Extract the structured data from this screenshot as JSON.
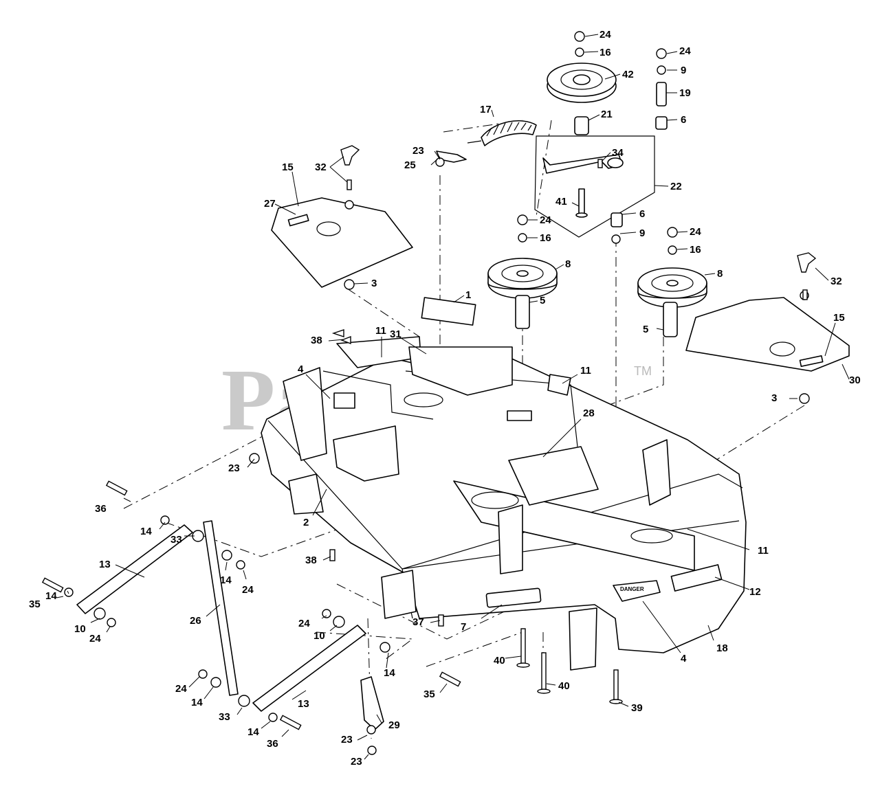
{
  "watermark": {
    "text": "PartsTree",
    "trademark": "TM"
  },
  "decals": {
    "danger": "DANGER"
  },
  "callouts": [
    {
      "id": "c-24a",
      "text": "24"
    },
    {
      "id": "c-16a",
      "text": "16"
    },
    {
      "id": "c-42",
      "text": "42"
    },
    {
      "id": "c-21",
      "text": "21"
    },
    {
      "id": "c-17",
      "text": "17"
    },
    {
      "id": "c-24b",
      "text": "24"
    },
    {
      "id": "c-9a",
      "text": "9"
    },
    {
      "id": "c-19",
      "text": "19"
    },
    {
      "id": "c-6a",
      "text": "6"
    },
    {
      "id": "c-34",
      "text": "34"
    },
    {
      "id": "c-22",
      "text": "22"
    },
    {
      "id": "c-6b",
      "text": "6"
    },
    {
      "id": "c-9b",
      "text": "9"
    },
    {
      "id": "c-41",
      "text": "41"
    },
    {
      "id": "c-23a",
      "text": "23"
    },
    {
      "id": "c-25",
      "text": "25"
    },
    {
      "id": "c-32a",
      "text": "32"
    },
    {
      "id": "c-15a",
      "text": "15"
    },
    {
      "id": "c-27",
      "text": "27"
    },
    {
      "id": "c-3a",
      "text": "3"
    },
    {
      "id": "c-24c",
      "text": "24"
    },
    {
      "id": "c-16b",
      "text": "16"
    },
    {
      "id": "c-8a",
      "text": "8"
    },
    {
      "id": "c-24d",
      "text": "24"
    },
    {
      "id": "c-16c",
      "text": "16"
    },
    {
      "id": "c-8b",
      "text": "8"
    },
    {
      "id": "c-32b",
      "text": "32"
    },
    {
      "id": "c-1",
      "text": "1"
    },
    {
      "id": "c-5a",
      "text": "5"
    },
    {
      "id": "c-5b",
      "text": "5"
    },
    {
      "id": "c-15b",
      "text": "15"
    },
    {
      "id": "c-30",
      "text": "30"
    },
    {
      "id": "c-3b",
      "text": "3"
    },
    {
      "id": "c-38a",
      "text": "38"
    },
    {
      "id": "c-11a",
      "text": "11"
    },
    {
      "id": "c-31",
      "text": "31"
    },
    {
      "id": "c-11b",
      "text": "11"
    },
    {
      "id": "c-4a",
      "text": "4"
    },
    {
      "id": "c-28",
      "text": "28"
    },
    {
      "id": "c-23b",
      "text": "23"
    },
    {
      "id": "c-36a",
      "text": "36"
    },
    {
      "id": "c-2",
      "text": "2"
    },
    {
      "id": "c-14a",
      "text": "14"
    },
    {
      "id": "c-33a",
      "text": "33"
    },
    {
      "id": "c-13a",
      "text": "13"
    },
    {
      "id": "c-14b",
      "text": "14"
    },
    {
      "id": "c-24e",
      "text": "24"
    },
    {
      "id": "c-38b",
      "text": "38"
    },
    {
      "id": "c-11c",
      "text": "11"
    },
    {
      "id": "c-12",
      "text": "12"
    },
    {
      "id": "c-35a",
      "text": "35"
    },
    {
      "id": "c-14c",
      "text": "14"
    },
    {
      "id": "c-10a",
      "text": "10"
    },
    {
      "id": "c-24f",
      "text": "24"
    },
    {
      "id": "c-26",
      "text": "26"
    },
    {
      "id": "c-24g",
      "text": "24"
    },
    {
      "id": "c-10b",
      "text": "10"
    },
    {
      "id": "c-37",
      "text": "37"
    },
    {
      "id": "c-7",
      "text": "7"
    },
    {
      "id": "c-4b",
      "text": "4"
    },
    {
      "id": "c-18",
      "text": "18"
    },
    {
      "id": "c-14d",
      "text": "14"
    },
    {
      "id": "c-40a",
      "text": "40"
    },
    {
      "id": "c-40b",
      "text": "40"
    },
    {
      "id": "c-39",
      "text": "39"
    },
    {
      "id": "c-35b",
      "text": "35"
    },
    {
      "id": "c-24h",
      "text": "24"
    },
    {
      "id": "c-14e",
      "text": "14"
    },
    {
      "id": "c-13b",
      "text": "13"
    },
    {
      "id": "c-33b",
      "text": "33"
    },
    {
      "id": "c-29",
      "text": "29"
    },
    {
      "id": "c-14f",
      "text": "14"
    },
    {
      "id": "c-36b",
      "text": "36"
    },
    {
      "id": "c-23c",
      "text": "23"
    },
    {
      "id": "c-23d",
      "text": "23"
    }
  ]
}
